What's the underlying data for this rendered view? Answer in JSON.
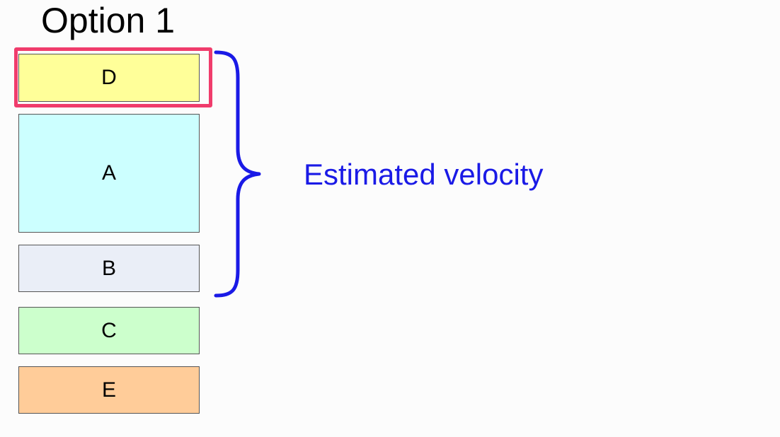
{
  "title": "Option 1",
  "boxes": [
    {
      "label": "D",
      "color": "#ffff99",
      "highlighted": true
    },
    {
      "label": "A",
      "color": "#ccffff"
    },
    {
      "label": "B",
      "color": "#eaeef7"
    },
    {
      "label": "C",
      "color": "#ccffcc"
    },
    {
      "label": "E",
      "color": "#ffcc99"
    }
  ],
  "brace": {
    "label": "Estimated velocity",
    "color": "#1a1ae6",
    "spans": [
      "D",
      "A",
      "B"
    ]
  },
  "highlight_color": "#f03c6c"
}
